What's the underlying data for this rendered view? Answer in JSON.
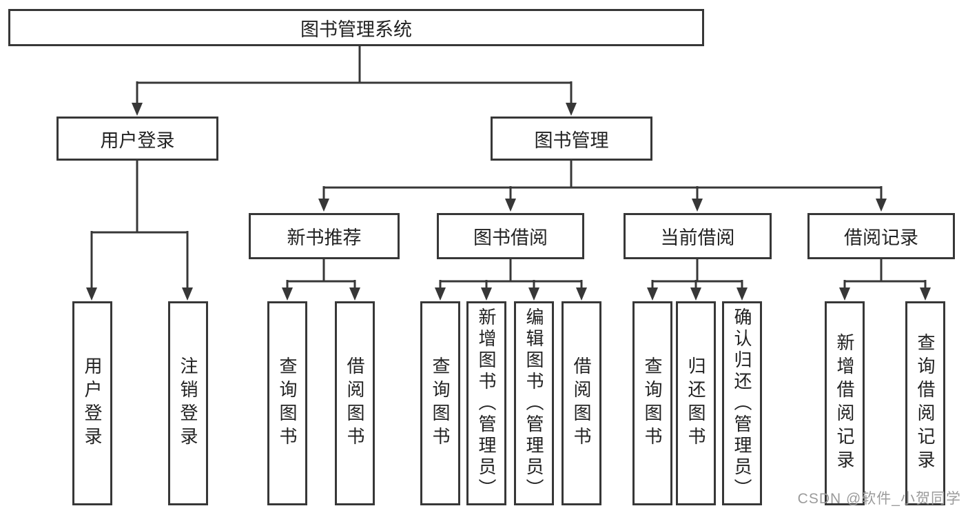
{
  "tree": {
    "root": {
      "label": "图书管理系统"
    },
    "branches": [
      {
        "label": "用户登录",
        "children": [
          {
            "label": "用户登录"
          },
          {
            "label": "注销登录"
          }
        ]
      },
      {
        "label": "图书管理",
        "children": [
          {
            "label": "新书推荐",
            "children": [
              {
                "label": "查询图书"
              },
              {
                "label": "借阅图书"
              }
            ]
          },
          {
            "label": "图书借阅",
            "children": [
              {
                "label": "查询图书"
              },
              {
                "label": "新增图书（管理员）"
              },
              {
                "label": "编辑图书（管理员）"
              },
              {
                "label": "借阅图书"
              }
            ]
          },
          {
            "label": "当前借阅",
            "children": [
              {
                "label": "查询图书"
              },
              {
                "label": "归还图书"
              },
              {
                "label": "确认归还（管理员）"
              }
            ]
          },
          {
            "label": "借阅记录",
            "children": [
              {
                "label": "新增借阅记录"
              },
              {
                "label": "查询借阅记录"
              }
            ]
          }
        ]
      }
    ]
  },
  "watermark": {
    "text": "CSDN @软件_小贺同学"
  },
  "style": {
    "line_color": "#373737",
    "text_color": "#222222",
    "watermark_color": "#9b9b9b"
  }
}
